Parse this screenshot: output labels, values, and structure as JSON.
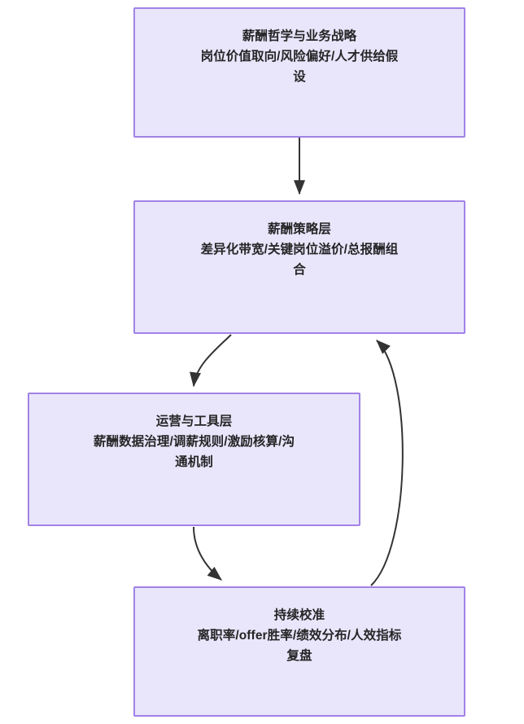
{
  "diagram": {
    "type": "flowchart",
    "direction": "top-down",
    "colors": {
      "node_fill": "#e9e6fb",
      "node_border": "#a282e6",
      "node_text": "#252526",
      "edge_stroke": "#333333",
      "background": "#ffffff"
    },
    "nodes": [
      {
        "id": "philosophy",
        "title": "薪酬哲学与业务战略",
        "detail": "岗位价值取向/风险偏好/人才供给假设",
        "text": "薪酬哲学与业务战略\n岗位价值取向/风险偏好/人才供给假\n设"
      },
      {
        "id": "strategy",
        "title": "薪酬策略层",
        "detail": "差异化带宽/关键岗位溢价/总报酬组合",
        "text": "薪酬策略层\n差异化带宽/关键岗位溢价/总报酬组\n合"
      },
      {
        "id": "operations",
        "title": "运营与工具层",
        "detail": "薪酬数据治理/调薪规则/激励核算/沟通机制",
        "text": "运营与工具层\n薪酬数据治理/调薪规则/激励核算/沟\n通机制"
      },
      {
        "id": "calibration",
        "title": "持续校准",
        "detail": "离职率/offer胜率/绩效分布/人效指标复盘",
        "text": "持续校准\n离职率/offer胜率/绩效分布/人效指标\n复盘"
      }
    ],
    "edges": [
      {
        "id": "edge-philosophy-strategy",
        "from": "philosophy",
        "to": "strategy",
        "label": "",
        "style": "straight-arrow"
      },
      {
        "id": "edge-strategy-operations",
        "from": "strategy",
        "to": "operations",
        "label": "",
        "style": "curved-arrow"
      },
      {
        "id": "edge-operations-calibration",
        "from": "operations",
        "to": "calibration",
        "label": "",
        "style": "curved-arrow"
      },
      {
        "id": "edge-calibration-strategy",
        "from": "calibration",
        "to": "strategy",
        "label": "",
        "style": "curved-feedback-arrow"
      }
    ]
  }
}
